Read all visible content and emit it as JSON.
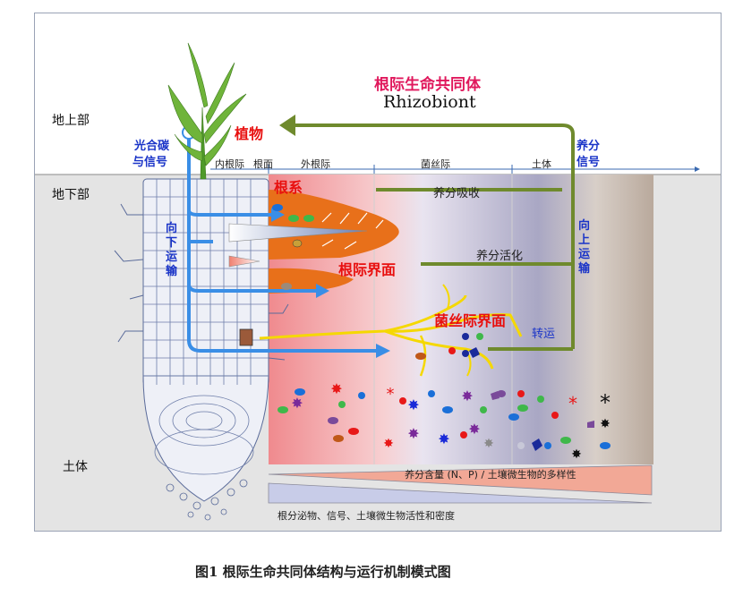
{
  "zones": {
    "above": "地上部",
    "below": "地下部",
    "soil": "土体"
  },
  "title_cn": "根际生命共同体",
  "title_en": "Rhizobiont",
  "labels": {
    "plant": "植物",
    "root_system": "根系",
    "root_interface": "根际界面",
    "hyphae_interface": "菌丝际界面",
    "photosynthesis_l1": "光合碳",
    "photosynthesis_l2": "与信号",
    "down_transport": [
      "向",
      "下",
      "运",
      "输"
    ],
    "up_transport": [
      "向",
      "上",
      "运",
      "输"
    ],
    "nutrient_signal_l1": "养分",
    "nutrient_signal_l2": "信号",
    "nutrient_absorb": "养分吸收",
    "nutrient_activate": "养分活化",
    "transfer": "转运"
  },
  "regions": {
    "inner": "内根际",
    "surface": "根面",
    "outer": "外根际",
    "hyphosphere": "菌丝际",
    "bulk": "土体"
  },
  "gradients": {
    "top": "养分含量 (N、P) / 土壤微生物的多样性",
    "bottom": "根分泌物、信号、土壤微生物活性和密度"
  },
  "caption": "图1  根际生命共同体结构与运行机制模式图",
  "colors": {
    "green_arrow": "#6f8a2d",
    "blue_arrow": "#3a8ee6",
    "root_orange": "#e8701a",
    "hyphae_yellow": "#f5d800"
  }
}
